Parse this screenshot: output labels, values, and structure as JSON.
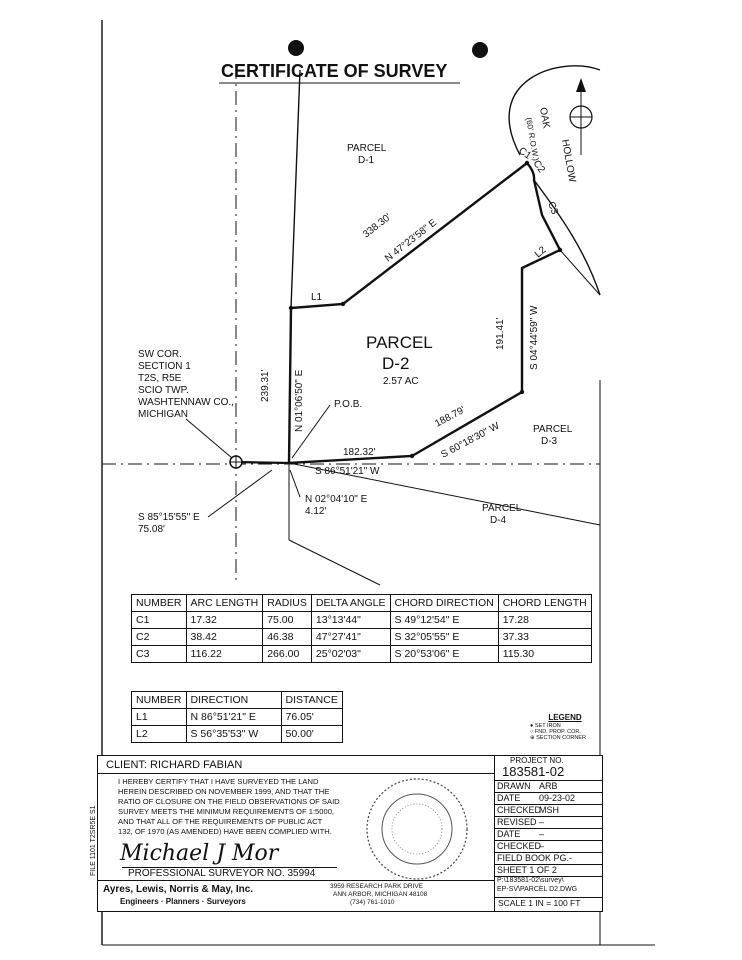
{
  "document": {
    "title": "CERTIFICATE OF SURVEY"
  },
  "plat": {
    "road_label_1": "OAK",
    "road_label_2": "HOLLOW",
    "road_row": "(60' R.O.W.)",
    "parcel_d1_line1": "PARCEL",
    "parcel_d1_line2": "D-1",
    "parcel_d2_line1": "PARCEL",
    "parcel_d2_line2": "D-2",
    "parcel_d2_area": "2.57 AC",
    "parcel_d3_line1": "PARCEL",
    "parcel_d3_line2": "D-3",
    "parcel_d4_line1": "PARCEL",
    "parcel_d4_line2": "D-4",
    "curve_c1": "C1",
    "curve_c2": "C2",
    "curve_c3": "C3",
    "line_l1": "L1",
    "line_l2": "L2",
    "dist_nw": "338.30'",
    "bearing_nw": "N 47°23'58\" E",
    "dist_west": "239.31'",
    "bearing_west": "N 01°06'50\" E",
    "dist_east": "191.41'",
    "bearing_east": "S 04°44'59\" W",
    "dist_se": "188.79'",
    "bearing_se": "S 60°18'30\" W",
    "dist_south": "182.32'",
    "bearing_south": "S 86°51'21\" W",
    "pob": "P.O.B.",
    "sw_cor_1": "SW COR.",
    "sw_cor_2": "SECTION 1",
    "sw_cor_3": "T2S, R5E",
    "sw_cor_4": "SCIO TWP.",
    "sw_cor_5": "WASHTENNAW CO.,",
    "sw_cor_6": "MICHIGAN",
    "tie_1_bearing": "S 85°15'55\" E",
    "tie_1_dist": "75.08'",
    "tie_2_bearing": "N 02°04'10\" E",
    "tie_2_dist": "4.12'"
  },
  "curve_table": {
    "headers": [
      "NUMBER",
      "ARC LENGTH",
      "RADIUS",
      "DELTA ANGLE",
      "CHORD DIRECTION",
      "CHORD LENGTH"
    ],
    "rows": [
      [
        "C1",
        "17.32",
        "75.00",
        "13°13'44\"",
        "S 49°12'54\" E",
        "17.28"
      ],
      [
        "C2",
        "38.42",
        "46.38",
        "47°27'41\"",
        "S 32°05'55\" E",
        "37.33"
      ],
      [
        "C3",
        "116.22",
        "266.00",
        "25°02'03\"",
        "S 20°53'06\" E",
        "115.30"
      ]
    ]
  },
  "line_table": {
    "headers": [
      "NUMBER",
      "DIRECTION",
      "DISTANCE"
    ],
    "rows": [
      [
        "L1",
        "N 86°51'21\" E",
        "76.05'"
      ],
      [
        "L2",
        "S 56°35'53\" W",
        "50.00'"
      ]
    ]
  },
  "legend": {
    "title": "LEGEND",
    "item_1": "SET IRON",
    "item_2": "FND. PROP. COR.",
    "item_3": "SECTION CORNER"
  },
  "title_block": {
    "client": "CLIENT: RICHARD FABIAN",
    "cert_1": "I HEREBY CERTIFY THAT I HAVE SURVEYED THE LAND",
    "cert_2": "HEREIN DESCRIBED ON NOVEMBER 1999, AND THAT THE",
    "cert_3": "RATIO OF CLOSURE ON THE FIELD OBSERVATIONS OF SAID",
    "cert_4": "SURVEY MEETS THE MINIMUM REQUIREMENTS OF 1:5000,",
    "cert_5": "AND THAT ALL OF THE REQUIREMENTS OF PUBLIC ACT",
    "cert_6": "132, OF 1970 (AS AMENDED) HAVE BEEN COMPLIED WITH.",
    "surveyor": "PROFESSIONAL SURVEYOR NO. 35994",
    "signature": "Michael J Mor",
    "file_note": "FILE 1101 T2SR5E S1",
    "firm": "Ayres, Lewis, Norris & May, Inc.",
    "firm_tagline": "Engineers · Planners · Surveyors",
    "address_1": "3959 RESEARCH PARK DRIVE",
    "address_2": "ANN ARBOR, MICHIGAN 48108",
    "phone": "(734) 761-1010",
    "project_label": "PROJECT NO.",
    "project_no": "183581-02",
    "drawn_label": "DRAWN",
    "drawn_value": "ARB",
    "date_label": "DATE",
    "date_value": "09-23-02",
    "checked_label": "CHECKED",
    "checked_value": "MSH",
    "revised_label": "REVISED",
    "revised_value": "–",
    "date2_label": "DATE",
    "date2_value": "–",
    "checked2_label": "CHECKED",
    "checked2_value": "–",
    "field_book": "FIELD BOOK    PG.-",
    "sheet": "SHEET  1  OF  2",
    "path_1": "P:\\183581-02\\survey\\",
    "path_2": "EP-SV\\PARCEL D2.DWG",
    "scale": "SCALE 1 IN = 100 FT"
  }
}
